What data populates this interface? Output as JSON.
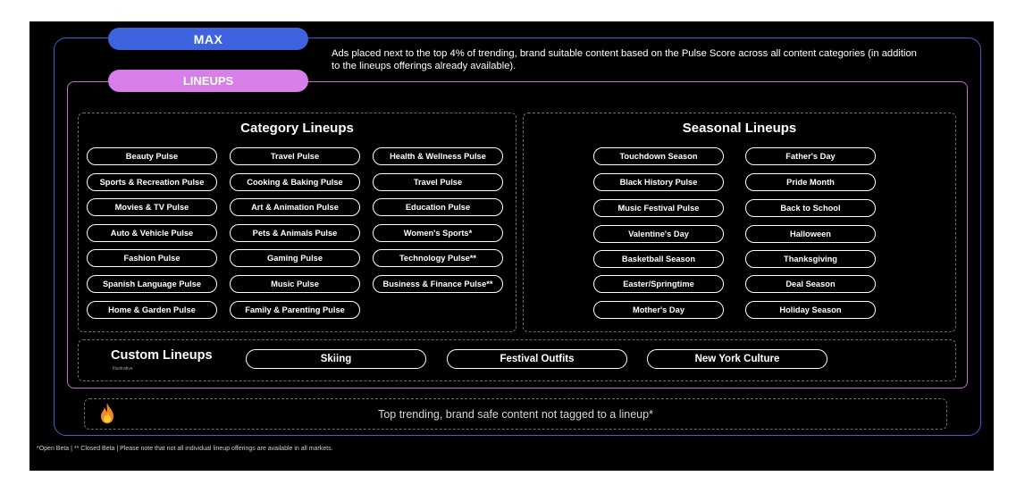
{
  "max": {
    "label": "MAX",
    "description": "Ads placed next to the top 4% of trending, brand suitable content based on the Pulse Score across all content categories (in addition to the lineups offerings already available)."
  },
  "lineups": {
    "label": "LINEUPS"
  },
  "category": {
    "title": "Category Lineups",
    "columns": [
      [
        "Beauty Pulse",
        "Sports & Recreation Pulse",
        "Movies & TV Pulse",
        "Auto & Vehicle Pulse",
        "Fashion Pulse",
        "Spanish Language Pulse",
        "Home & Garden Pulse"
      ],
      [
        "Travel Pulse",
        "Cooking & Baking Pulse",
        "Art & Animation Pulse",
        "Pets & Animals Pulse",
        "Gaming Pulse",
        "Music Pulse",
        "Family & Parenting Pulse"
      ],
      [
        "Health & Wellness Pulse",
        "Travel Pulse",
        "Education Pulse",
        "Women's Sports*",
        "Technology Pulse**",
        "Business & Finance Pulse**"
      ]
    ]
  },
  "seasonal": {
    "title": "Seasonal Lineups",
    "columns": [
      [
        "Touchdown Season",
        "Black History Pulse",
        "Music Festival Pulse",
        "Valentine's Day",
        "Basketball Season",
        "Easter/Springtime",
        "Mother's Day"
      ],
      [
        "Father's Day",
        "Pride Month",
        "Back to School",
        "Halloween",
        "Thanksgiving",
        "Deal Season",
        "Holiday Season"
      ]
    ]
  },
  "custom": {
    "title": "Custom Lineups",
    "subtitle": "Illustrative",
    "items": [
      "Skiing",
      "Festival Outfits",
      "New York Culture"
    ]
  },
  "trending": {
    "icon": "fire-icon",
    "text": "Top trending, brand safe content not tagged to a lineup*"
  },
  "footnote": "*Open Beta | ** Closed Beta | Please note that not all individual lineup offerings are available in all markets.",
  "colors": {
    "background": "#000000",
    "max_blue": "#3e63df",
    "lineups_pink": "#d77ee8",
    "chip_border": "#ffffff"
  }
}
